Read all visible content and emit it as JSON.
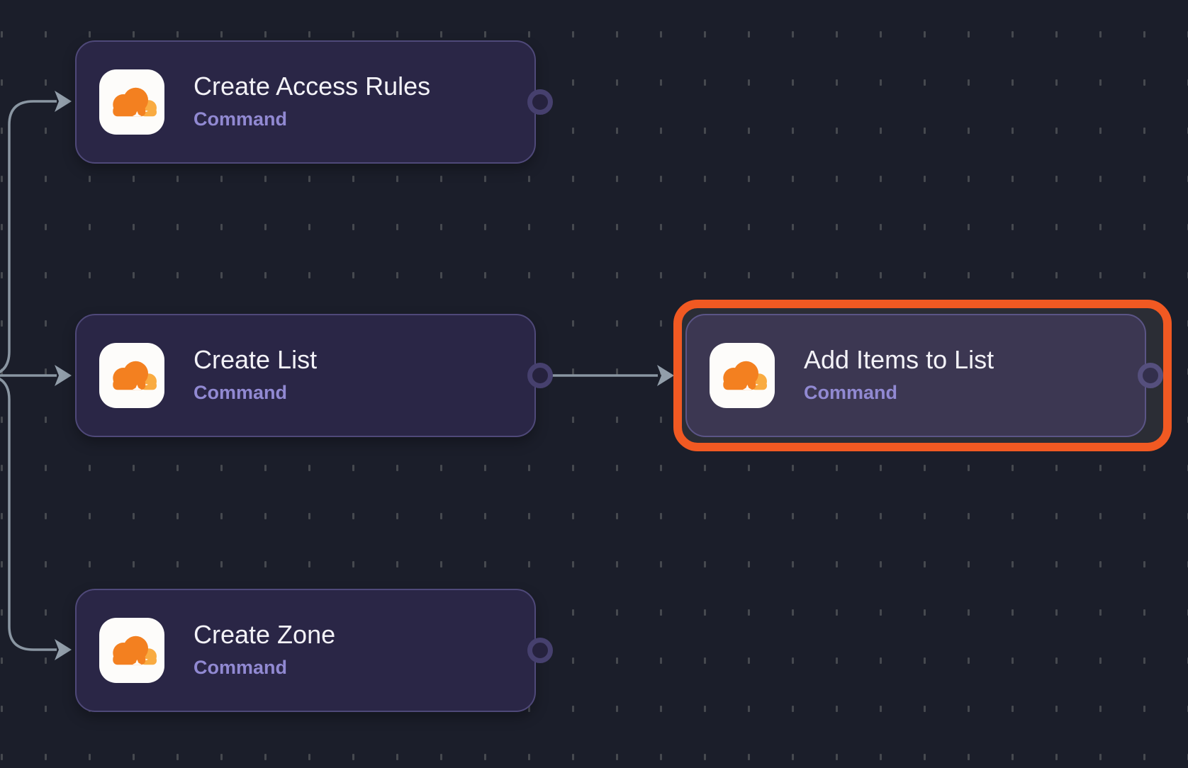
{
  "canvas": {
    "background": "#1b1e2a",
    "grid_dash_color": "#46494f",
    "edge_color": "#8a96a2",
    "selection_color": "#f15922",
    "node_fill": "#2a2646",
    "node_selected_fill": "#3c3752",
    "title_color": "#f3f2f7",
    "subtitle_color": "#9189d2",
    "cloudflare_orange": "#f38020",
    "cloudflare_light_orange": "#f9ab41"
  },
  "nodes": [
    {
      "title": "Create Access Rules",
      "subtitle": "Command",
      "icon": "cloudflare-icon",
      "selected": false
    },
    {
      "title": "Create List",
      "subtitle": "Command",
      "icon": "cloudflare-icon",
      "selected": false
    },
    {
      "title": "Add Items to List",
      "subtitle": "Command",
      "icon": "cloudflare-icon",
      "selected": true
    },
    {
      "title": "Create Zone",
      "subtitle": "Command",
      "icon": "cloudflare-icon",
      "selected": false
    }
  ]
}
